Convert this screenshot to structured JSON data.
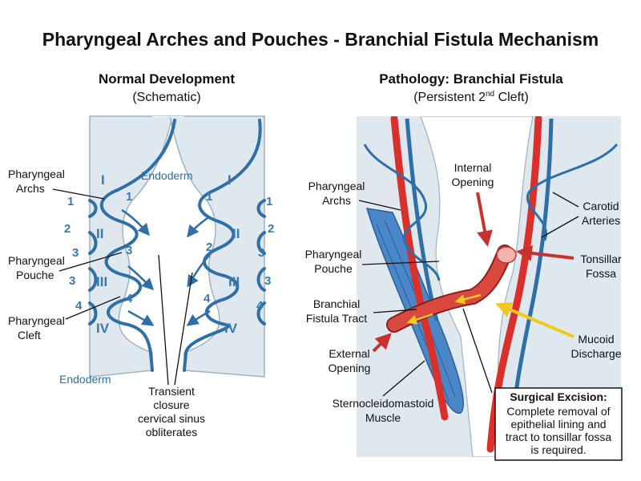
{
  "title": "Pharyngeal Arches and Pouches - Branchial Fistula Mechanism",
  "left_panel": {
    "heading": "Normal Development",
    "subheading": "(Schematic)",
    "labels": {
      "pharyngeal_archs": [
        "Pharyngeal",
        "Archs"
      ],
      "pharyngeal_pouche": [
        "Pharyngeal",
        "Pouche"
      ],
      "pharyngeal_cleft": [
        "Pharyngeal",
        "Cleft"
      ],
      "endoderm_top": "Endoderm",
      "endoderm_bottom": "Endoderm",
      "transient": [
        "Transient",
        "closure",
        "cervical sinus",
        "obliterates"
      ]
    },
    "romans": [
      "I",
      "II",
      "III",
      "IV"
    ],
    "pouch_numbers": [
      "1",
      "3",
      "4"
    ],
    "pouch_numbers_right": [
      "1",
      "2",
      "4"
    ],
    "outer_numbers": [
      "1",
      "2",
      "3",
      "3",
      "4"
    ]
  },
  "right_panel": {
    "heading": "Pathology: Branchial Fistula",
    "subheading_prefix": "(Persistent 2",
    "subheading_sup": "nd",
    "subheading_suffix": " Cleft)",
    "labels": {
      "pharyngeal_archs": [
        "Pharyngeal",
        "Archs"
      ],
      "pharyngeal_pouche": [
        "Pharyngeal",
        "Pouche"
      ],
      "fistula_tract": [
        "Branchial",
        "Fistula Tract"
      ],
      "external_opening": [
        "External",
        "Opening"
      ],
      "internal_opening": [
        "Internal",
        "Opening"
      ],
      "carotid": [
        "Carotid",
        "Arteries"
      ],
      "tonsillar": [
        "Tonsillar",
        "Fossa"
      ],
      "mucoid": [
        "Mucoid",
        "Discharge"
      ],
      "scm": [
        "Sternocleidomastoid",
        "Muscle"
      ]
    },
    "callout": {
      "title": "Surgical Excision:",
      "lines": [
        "Complete removal of",
        "epithelial lining and",
        "tract to tonsillar fossa",
        "is required."
      ]
    }
  },
  "colors": {
    "tissue": "#dfe8ef",
    "endoderm_line": "#2f6fa8",
    "artery": "#d9302c",
    "vein": "#2f6fa8",
    "muscle": "#4a86c8",
    "fistula": "#c8322e",
    "discharge": "#f2c81e"
  }
}
